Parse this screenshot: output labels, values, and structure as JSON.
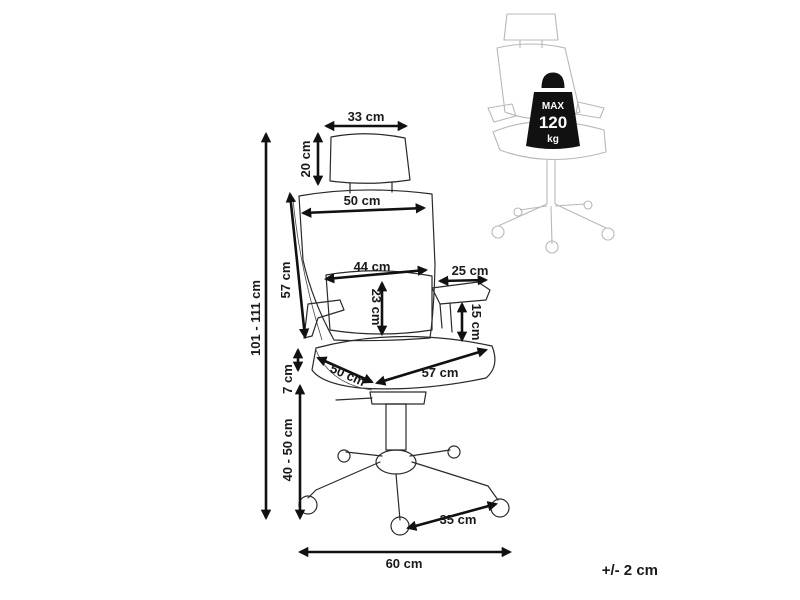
{
  "dimensions": {
    "headrest_width": "33 cm",
    "headrest_height": "20 cm",
    "back_width": "50 cm",
    "lumbar_width": "44 cm",
    "lumbar_height": "23 cm",
    "armrest_width": "25 cm",
    "armrest_height": "15 cm",
    "back_height": "57 cm",
    "seat_thickness": "7 cm",
    "seat_height": "40 - 50 cm",
    "total_height": "101 - 111 cm",
    "seat_width": "50 cm",
    "seat_depth": "57 cm",
    "leg_length": "35 cm",
    "base_width": "60 cm"
  },
  "badge": {
    "line1": "MAX",
    "line2": "120",
    "line3": "kg"
  },
  "tolerance": "+/- 2 cm"
}
